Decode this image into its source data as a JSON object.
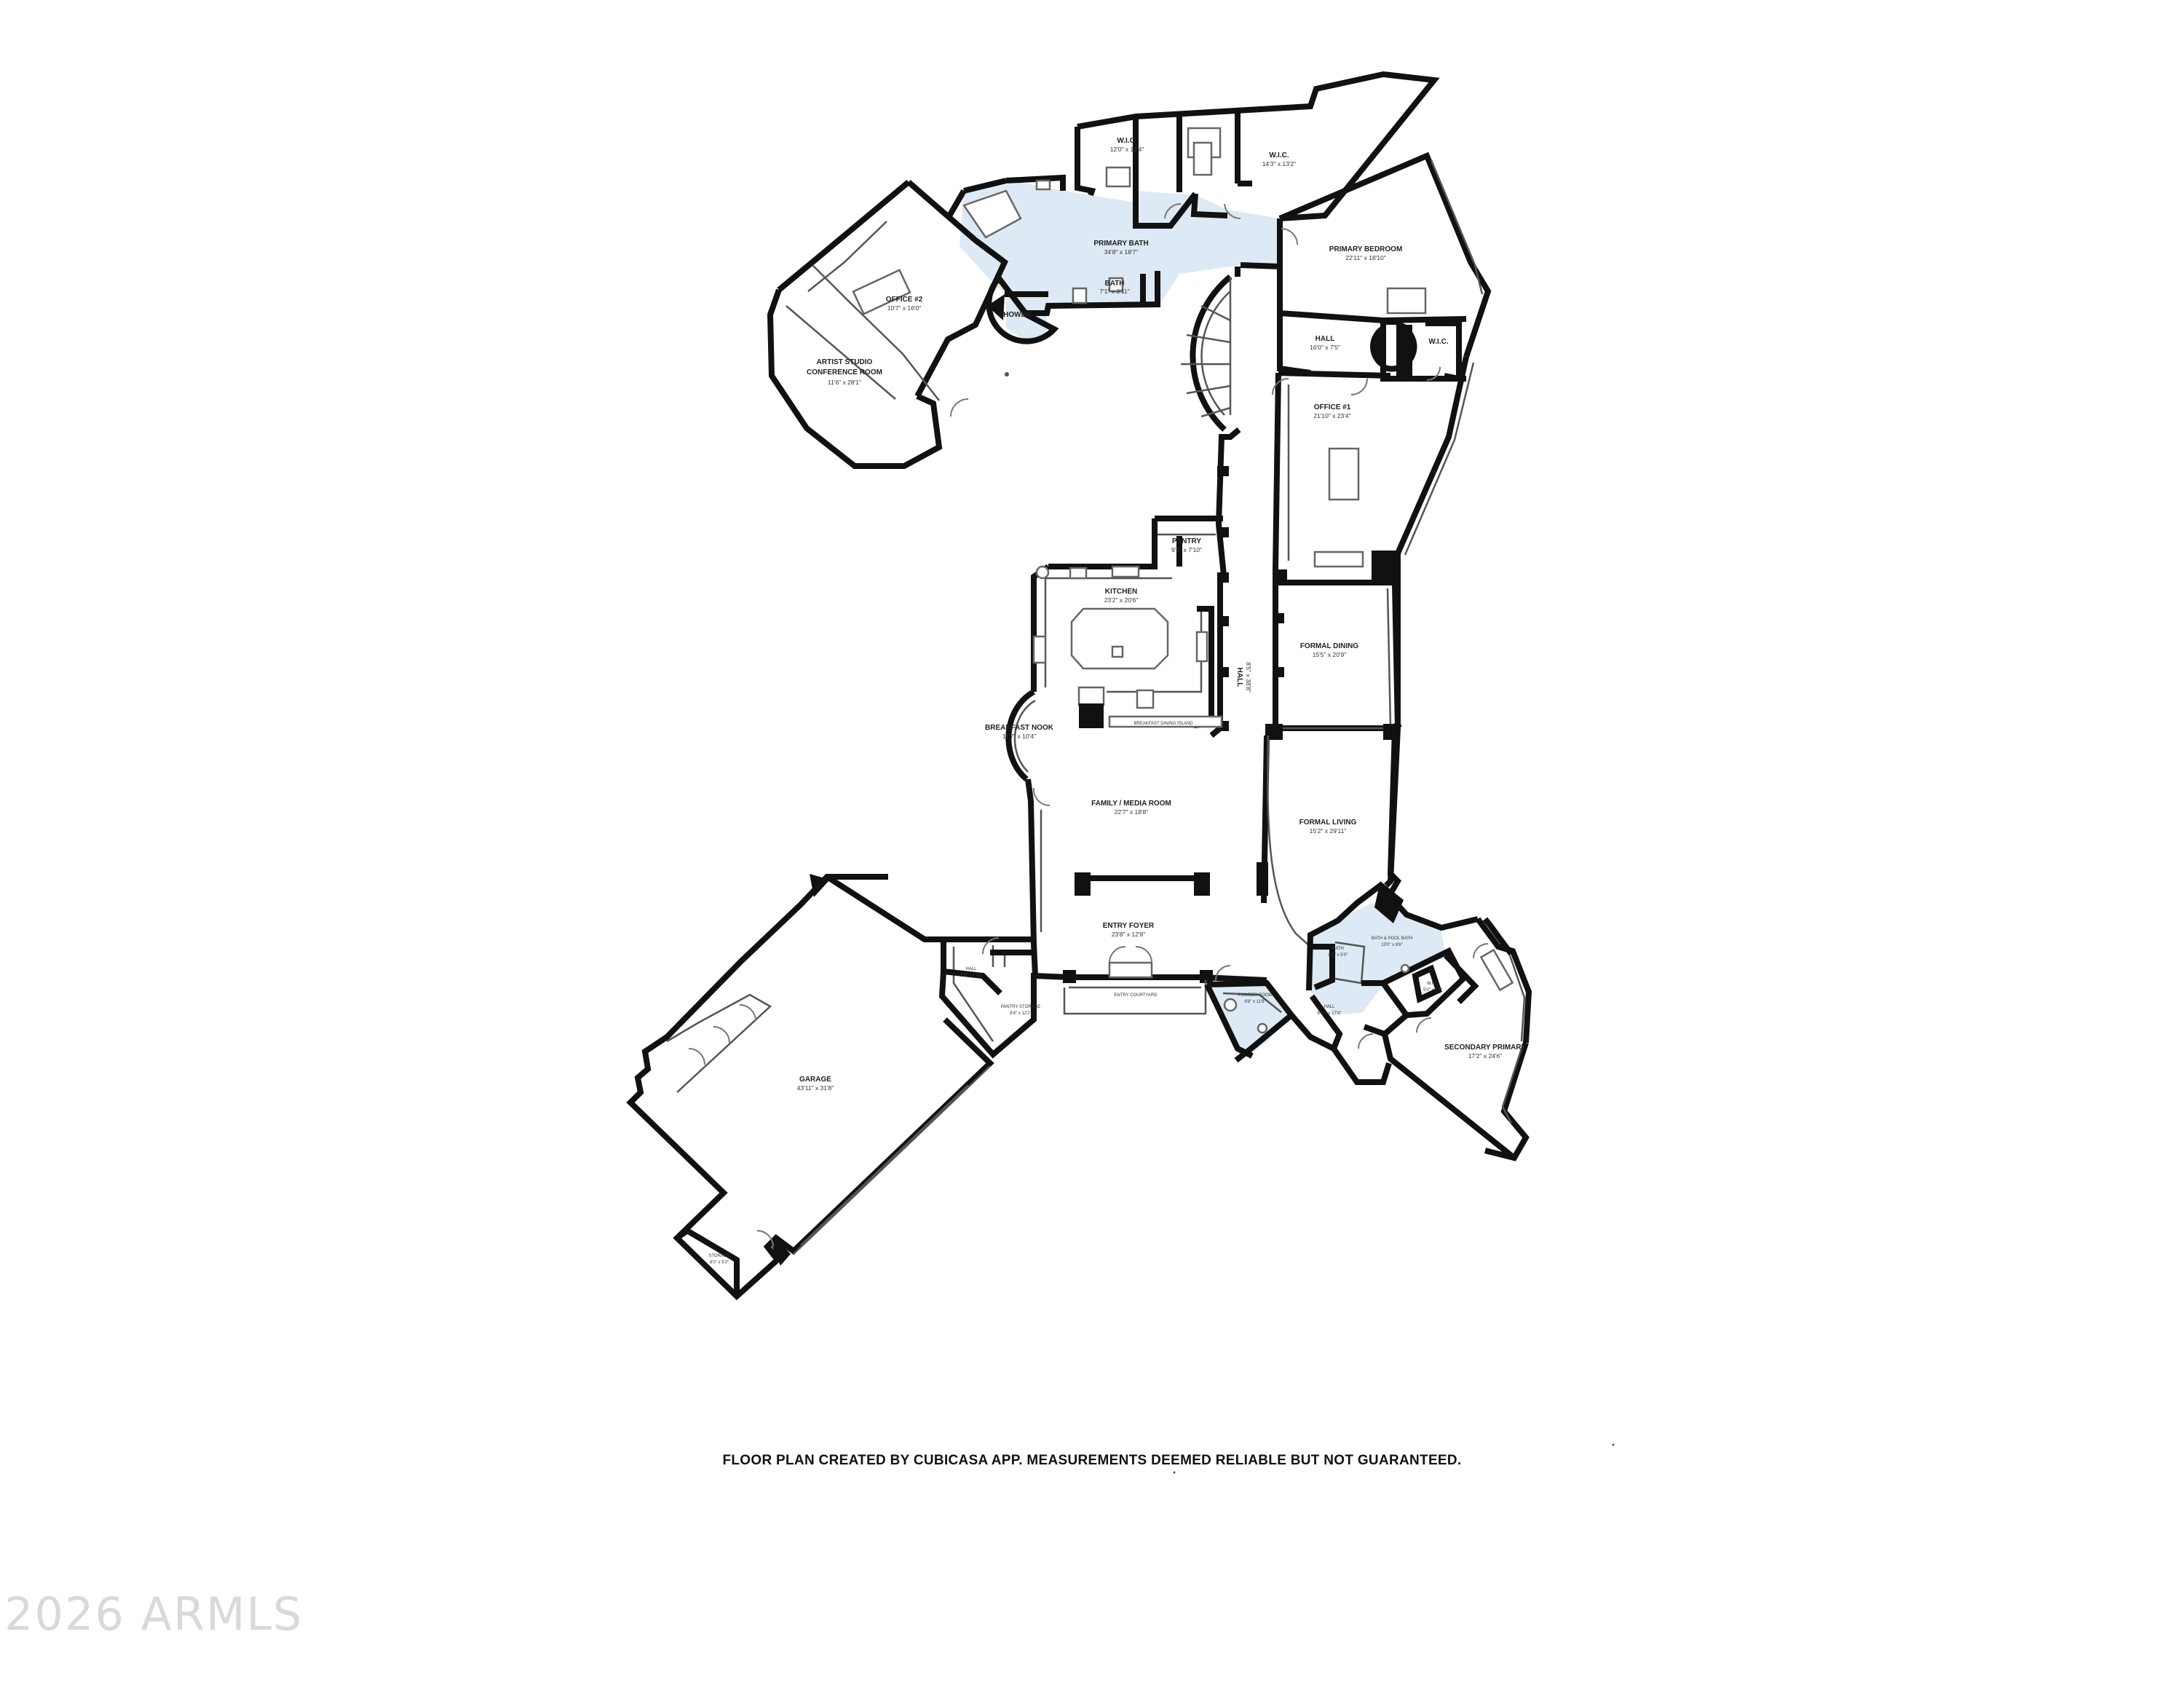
{
  "colors": {
    "wall": "#111111",
    "bath_fill": "#dde9f4",
    "footer_text": "#111111",
    "watermark": "#d9d9d9"
  },
  "rooms": {
    "primary_bath": {
      "name": "PRIMARY BATH",
      "dim": "34'8\" x 18'7\""
    },
    "bath_small": {
      "name": "BATH",
      "dim": "7'1\" x 3'11\""
    },
    "shower": {
      "name": "SHOWER",
      "dim": ""
    },
    "wic_left": {
      "name": "W.I.C.",
      "dim": "12'0\" x 12'4\""
    },
    "wic_right": {
      "name": "W.I.C.",
      "dim": "14'3\" x 13'2\""
    },
    "primary_bedroom": {
      "name": "PRIMARY BEDROOM",
      "dim": "22'11\" x 18'10\""
    },
    "office_2": {
      "name": "OFFICE #2",
      "dim": "10'7\" x 16'0\""
    },
    "artist_studio": {
      "name": "ARTIST STUDIO",
      "name2": "CONFERENCE ROOM",
      "dim": "11'6\" x 28'1\""
    },
    "hall_upper": {
      "name": "HALL",
      "dim": "16'0\" x 7'5\""
    },
    "wic_small": {
      "name": "W.I.C.",
      "dim": ""
    },
    "office_1": {
      "name": "OFFICE #1",
      "dim": "21'10\" x 23'4\""
    },
    "pantry": {
      "name": "PANTRY",
      "dim": "9'3\" x 7'10\""
    },
    "kitchen": {
      "name": "KITCHEN",
      "dim": "23'2\" x 20'6\""
    },
    "hall_vertical": {
      "name": "HALL",
      "dim": "8'5\" x 38'8\""
    },
    "formal_dining": {
      "name": "FORMAL DINING",
      "dim": "15'5\" x 20'9\""
    },
    "breakfast_nook": {
      "name": "BREAKFAST NOOK",
      "dim": "11'7\" x 10'4\""
    },
    "breakfast_island": {
      "name": "BREAKFAST DINING ISLAND",
      "dim": ""
    },
    "family_media": {
      "name": "FAMILY / MEDIA ROOM",
      "dim": "22'7\" x 18'8\""
    },
    "formal_living": {
      "name": "FORMAL LIVING",
      "dim": "15'2\" x 29'11\""
    },
    "entry_foyer": {
      "name": "ENTRY FOYER",
      "dim": "23'8\" x 12'8\""
    },
    "entry_courtyard": {
      "name": "ENTRY COURTYARD",
      "dim": ""
    },
    "hall_garage": {
      "name": "HALL",
      "dim": "7'8\" x 4'10\""
    },
    "pantry_storage": {
      "name": "PANTRY STORAGE",
      "dim": "8'4\" x 12'2\""
    },
    "powder_room": {
      "name": "POWDER ROOM",
      "dim": "6'8\" x 11'8\""
    },
    "hall_east": {
      "name": "HALL",
      "dim": "6'10\" x 17'4\""
    },
    "bath_east": {
      "name": "BATH",
      "dim": "8'0\" x 5'0\""
    },
    "bath_pool_bath": {
      "name": "BATH & POOL BATH",
      "dim": "13'0\" x 8'6\""
    },
    "wic_east": {
      "name": "W.I.C.",
      "dim": "5'0\" x 6'7\""
    },
    "secondary_primary": {
      "name": "SECONDARY PRIMARY",
      "dim": "17'2\" x 24'6\""
    },
    "garage": {
      "name": "GARAGE",
      "dim": "43'11\" x 31'8\""
    },
    "storage": {
      "name": "STORAGE",
      "dim": "8'0\" x 5'0\""
    }
  },
  "footer": {
    "text": "FLOOR PLAN CREATED BY CUBICASA APP. MEASUREMENTS DEEMED RELIABLE BUT NOT GUARANTEED."
  },
  "watermark": {
    "text": "2026 ARMLS"
  }
}
